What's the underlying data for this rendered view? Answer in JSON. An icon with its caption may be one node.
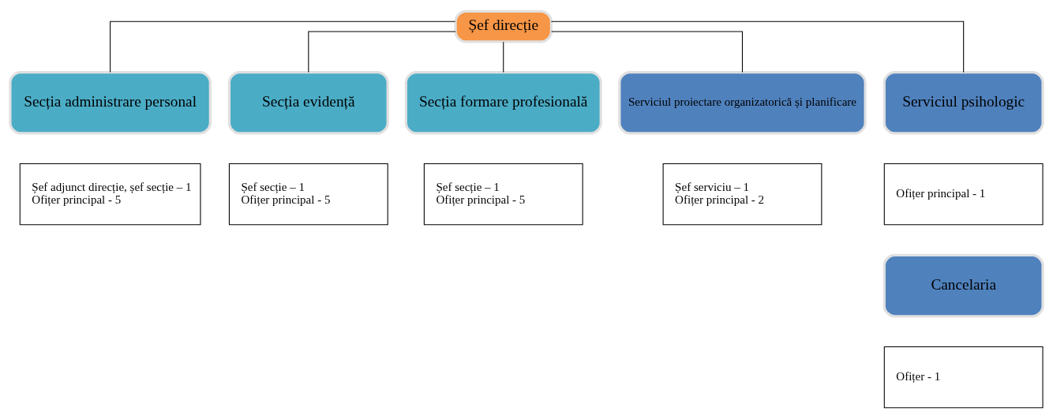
{
  "diagram": {
    "nodes": [
      {
        "text": [
          "Șef direcție"
        ]
      },
      {
        "text": [
          "Secția administrare personal"
        ]
      },
      {
        "text": [
          "Secția evidență"
        ]
      },
      {
        "text": [
          "Secția formare profesională"
        ]
      },
      {
        "text": [
          "Serviciul proiectare organizatorică și planificare"
        ]
      },
      {
        "text": [
          "Serviciul psihologic"
        ]
      },
      {
        "text": [
          "Șef adjunct direcție, șef secție – 1",
          "Ofițer principal - 5"
        ]
      },
      {
        "text": [
          "Șef secție – 1",
          "Ofițer principal - 5"
        ]
      },
      {
        "text": [
          "Șef secție – 1",
          "Ofițer principal - 5"
        ]
      },
      {
        "text": [
          "Șef serviciu – 1",
          "Ofițer principal - 2"
        ]
      },
      {
        "text": [
          "Ofițer principal - 1"
        ]
      },
      {
        "text": [
          "Cancelaria"
        ]
      },
      {
        "text": [
          "Ofițer - 1"
        ]
      }
    ],
    "edges": [
      {
        "from": 0,
        "to": 1,
        "arrow": "none"
      },
      {
        "from": 0,
        "to": 2,
        "arrow": "none"
      },
      {
        "from": 0,
        "to": 3,
        "arrow": "none"
      },
      {
        "from": 0,
        "to": 4,
        "arrow": "none"
      },
      {
        "from": 0,
        "to": 5,
        "arrow": "none"
      }
    ]
  }
}
